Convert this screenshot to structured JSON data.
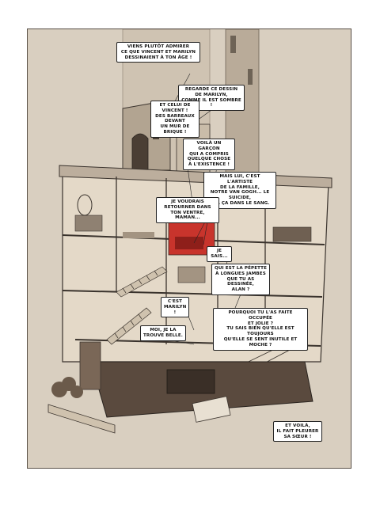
{
  "colors": {
    "page": "#ffffff",
    "sky": "#d9cfc0",
    "building_wall": "#e4d9c8",
    "roof": "#bcae9d",
    "floor_wood": "#5a4a3e",
    "red_room": "#c8342c",
    "outline": "#3a332d"
  },
  "bubbles": [
    {
      "id": "b1",
      "text": "VIENS PLUTÔT ADMIRER\nCE QUE VINCENT ET MARILYN\nDESSINAIENT À TON ÂGE !"
    },
    {
      "id": "b2",
      "text": "REGARDE CE DESSIN\nDE MARILYN,\nCOMME IL EST SOMBRE !"
    },
    {
      "id": "b3",
      "text": "ET CELUI DE\nVINCENT !\nDES BARREAUX\nDEVANT\nUN MUR DE BRIQUE !"
    },
    {
      "id": "b4",
      "text": "VOILÀ UN GARÇON\nQUI A COMPRIS\nQUELQUE CHOSE\nÀ L'EXISTENCE !"
    },
    {
      "id": "b5",
      "text": "MAIS LUI, C'EST L'ARTISTE\nDE LA FAMILLE,\nNOTRE VAN GOGH... LE SUICIDE,\nIL A ÇA DANS LE SANG."
    },
    {
      "id": "b6",
      "text": "JE VOUDRAIS\nRETOURNER DANS\nTON VENTRE, MAMAN..."
    },
    {
      "id": "b7",
      "text": "JE SAIS..."
    },
    {
      "id": "b8",
      "text": "QUI EST LA PÉPETTE\nÀ LONGUES JAMBES\nQUE TU AS DESSINÉE,\nALAN ?"
    },
    {
      "id": "b9",
      "text": "C'EST\nMARILYN !"
    },
    {
      "id": "b10",
      "text": "POURQUOI TU L'AS FAITE OCCUPÉE\nET JOLIE ?\nTU SAIS BIEN QU'ELLE EST TOUJOURS\nQU'ELLE SE SENT INUTILE ET MOCHE ?"
    },
    {
      "id": "b11",
      "text": "MOI, JE LA\nTROUVE BELLE."
    },
    {
      "id": "b12",
      "text": "ET VOILÀ,\nIL FAIT PLEURER\nSA SŒUR !"
    }
  ]
}
